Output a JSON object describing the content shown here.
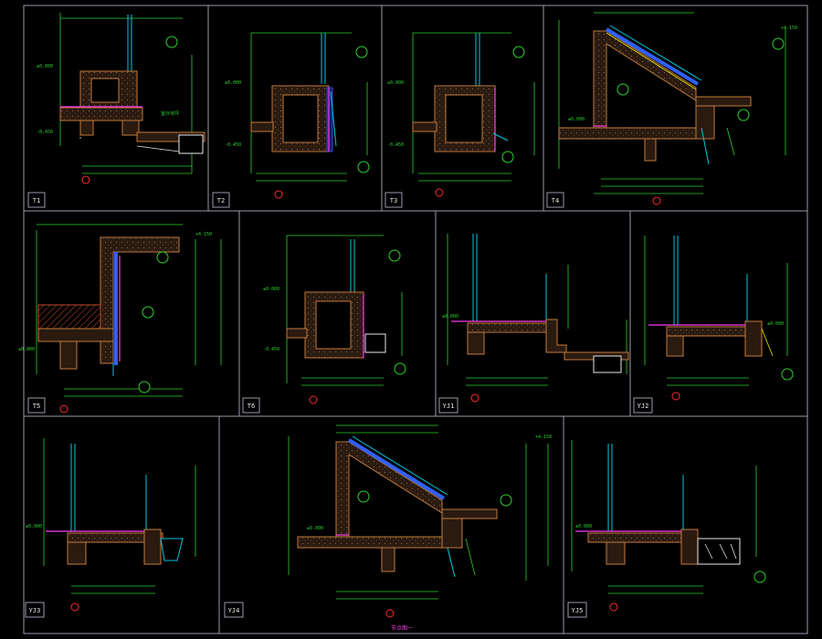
{
  "sheet": {
    "title": "节点图一",
    "colors": {
      "background": "#000000",
      "frame": "#9a9aaa",
      "dimension": "#2dd12d",
      "concrete": "#c47a3a",
      "insulation": "#3060ff",
      "membrane": "#ff3df0",
      "text": "#e8e8e8"
    }
  },
  "details": [
    {
      "id": "t1",
      "label": "T1",
      "kind": "low-sill"
    },
    {
      "id": "t2",
      "label": "T2",
      "kind": "box"
    },
    {
      "id": "t3",
      "label": "T3",
      "kind": "box"
    },
    {
      "id": "t4",
      "label": "T4",
      "kind": "roof"
    },
    {
      "id": "t5",
      "label": "T5",
      "kind": "parapet"
    },
    {
      "id": "t6",
      "label": "T6",
      "kind": "box"
    },
    {
      "id": "yj1",
      "label": "YJ1",
      "kind": "ledge"
    },
    {
      "id": "yj2",
      "label": "YJ2",
      "kind": "ledge"
    },
    {
      "id": "yj3",
      "label": "YJ3",
      "kind": "ledge"
    },
    {
      "id": "yj4",
      "label": "YJ4",
      "kind": "roof"
    },
    {
      "id": "yj5",
      "label": "YJ5",
      "kind": "ledge"
    }
  ]
}
